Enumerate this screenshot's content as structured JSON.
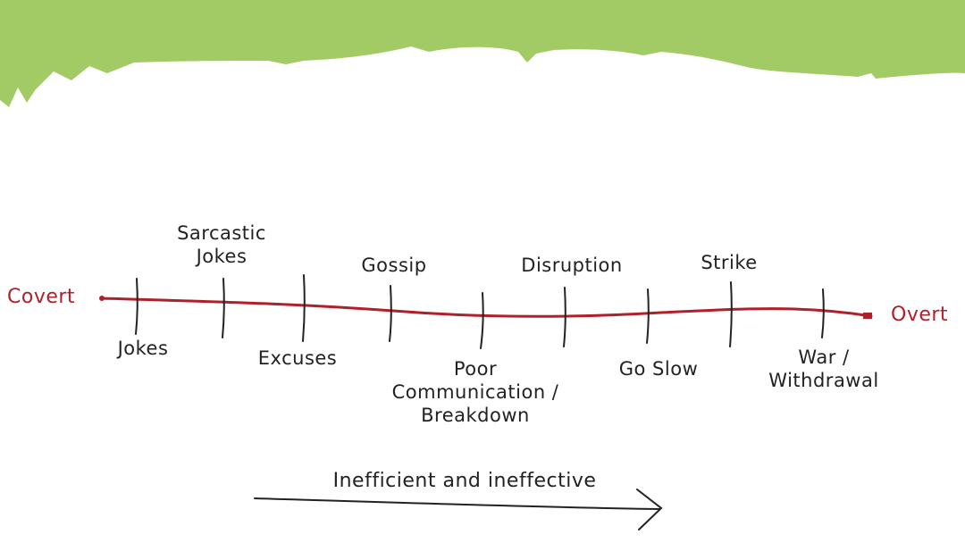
{
  "colors": {
    "banner": "#a3cb65",
    "axis": "#b0202a",
    "ink": "#222222"
  },
  "spectrum": {
    "start_label": "Covert",
    "end_label": "Overt",
    "items": [
      {
        "label": "Jokes",
        "position": "below"
      },
      {
        "label": "Sarcastic Jokes",
        "position": "above"
      },
      {
        "label": "Excuses",
        "position": "below"
      },
      {
        "label": "Gossip",
        "position": "above"
      },
      {
        "label": "Poor Communication / Breakdown",
        "position": "below"
      },
      {
        "label": "Disruption",
        "position": "above"
      },
      {
        "label": "Go Slow",
        "position": "below"
      },
      {
        "label": "Strike",
        "position": "above"
      },
      {
        "label": "War / Withdrawal",
        "position": "below"
      }
    ]
  },
  "arrow": {
    "label": "Inefficient and ineffective"
  }
}
